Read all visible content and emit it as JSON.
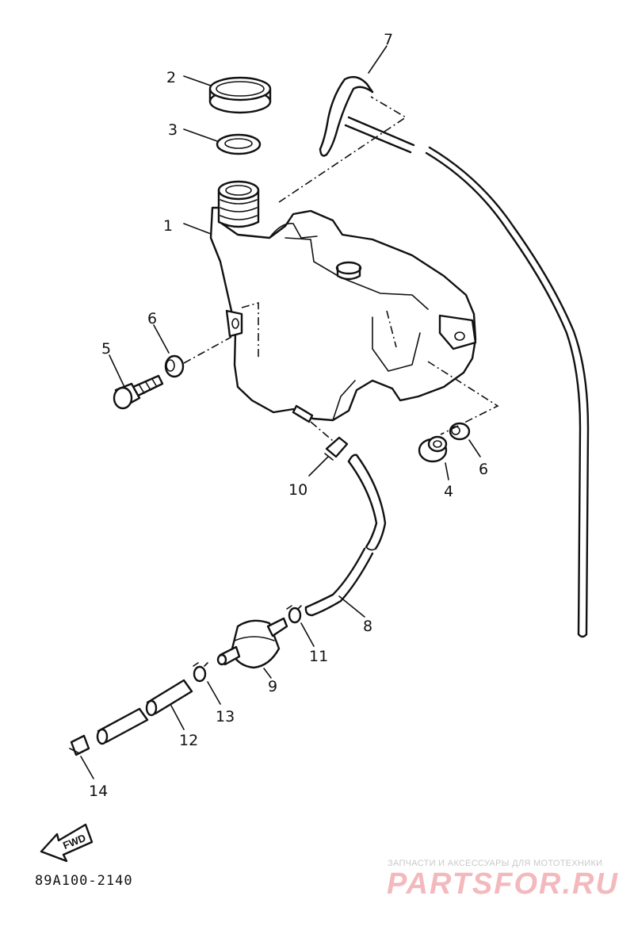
{
  "diagram": {
    "callouts": [
      "1",
      "2",
      "3",
      "4",
      "5",
      "6",
      "6",
      "7",
      "8",
      "9",
      "10",
      "11",
      "12",
      "13",
      "14"
    ],
    "fwd_label": "FWD",
    "diagram_code": "89A100-2140"
  },
  "watermark": {
    "tagline": "ЗАПЧАСТИ И АКСЕССУАРЫ ДЛЯ МОТОТЕХНИКИ",
    "logo": "PARTSFOR.RU"
  }
}
